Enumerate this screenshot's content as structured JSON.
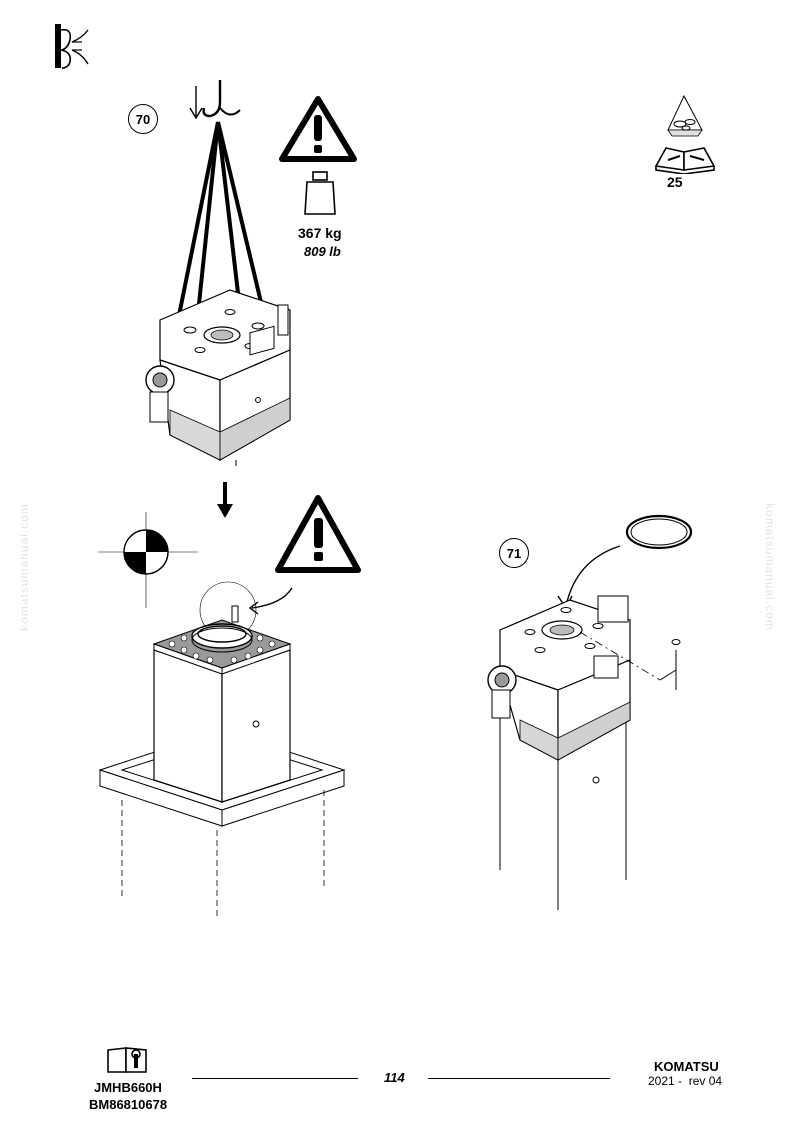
{
  "steps": {
    "step1": "70",
    "step2": "71"
  },
  "weight": {
    "kg": "367 kg",
    "lb": "809 lb"
  },
  "refs": {
    "manual_ref": "25"
  },
  "watermark": "komatsumanual.com",
  "footer": {
    "model": "JMHB660H",
    "serial": "BM86810678",
    "page": "114",
    "brand": "KOMATSU",
    "revision": "2021 -  rev 04"
  }
}
